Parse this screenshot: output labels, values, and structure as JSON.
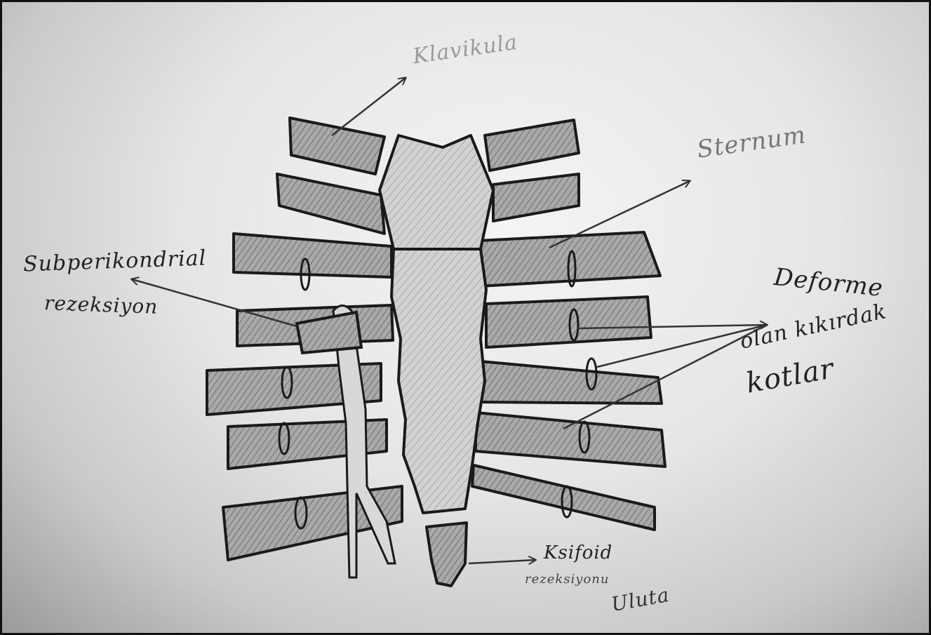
{
  "labels": {
    "klavikula": "Klavikula",
    "sternum": "Sternum",
    "subperikondrial_line1": "Subperikondrial",
    "subperikondrial_line2": "rezeksiyon",
    "deforme_line1": "Deforme",
    "deforme_line2": "olan kıkırdak",
    "deforme_line3": "kotlar",
    "ksifoid_line1": "Ksifoid",
    "ksifoid_line2": "rezeksiyonu",
    "signature": "Uluta"
  },
  "colors": {
    "paper": "#e6e6e6",
    "ink": "#1a1a1a",
    "shade": "#9c9c9c"
  }
}
